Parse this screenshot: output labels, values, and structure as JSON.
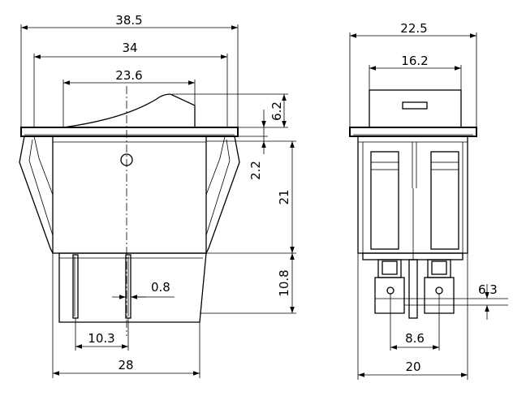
{
  "drawing": {
    "front_view": {
      "dims": {
        "overall_width": "38.5",
        "frame_width": "34",
        "rocker_width": "23.6",
        "rocker_height": "6.2",
        "bezel_to_pin": "2.2",
        "body_height": "21",
        "terminal_length": "10.8",
        "pin_thickness": "0.8",
        "pin_pitch": "10.3",
        "body_width": "28"
      }
    },
    "side_view": {
      "dims": {
        "overall_depth": "22.5",
        "rocker_depth": "16.2",
        "terminal_hole": "6.3",
        "terminal_spacing": "8.6",
        "body_depth": "20"
      }
    }
  }
}
